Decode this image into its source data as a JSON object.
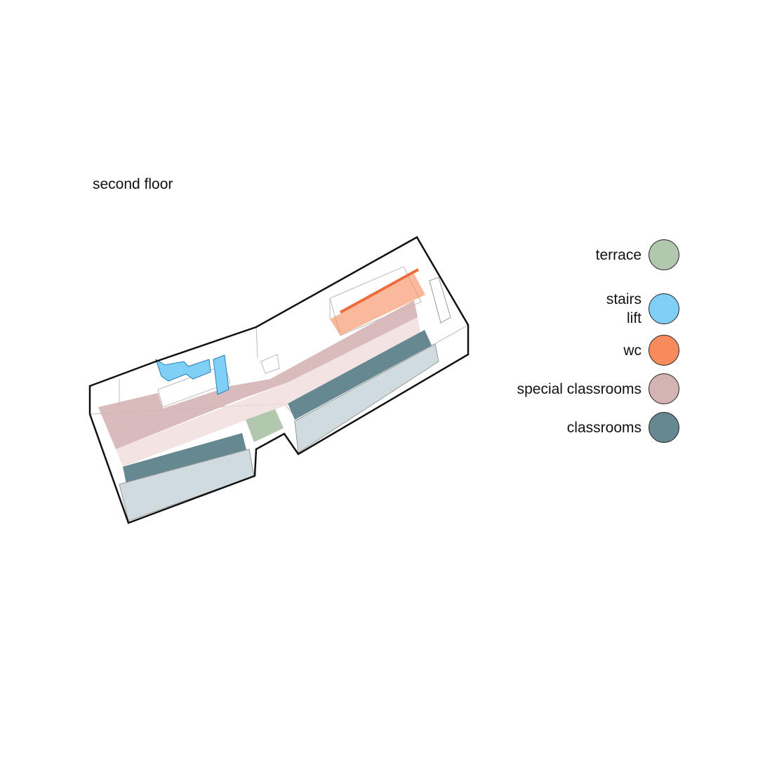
{
  "title": "second floor",
  "legend": [
    {
      "label": "terrace",
      "color": "#b1c8ae"
    },
    {
      "label": "stairs\nlift",
      "line1": "stairs",
      "line2": "lift",
      "color": "#7fcff6"
    },
    {
      "label": "wc",
      "color": "#f78b5b"
    },
    {
      "label": "special classrooms",
      "color": "#d4b4b2"
    },
    {
      "label": "classrooms",
      "color": "#668890"
    }
  ]
}
